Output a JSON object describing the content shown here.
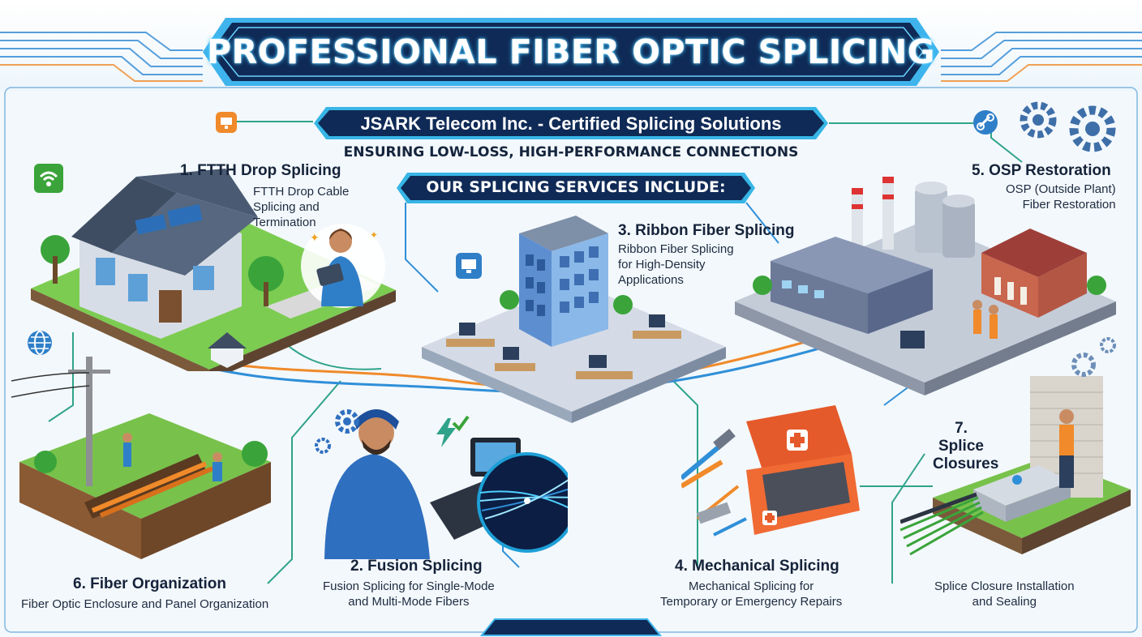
{
  "header": {
    "title": "PROFESSIONAL FIBER OPTIC SPLICING",
    "company": "JSARK Telecom Inc. - Certified Splicing Solutions",
    "tagline": "ENSURING LOW-LOSS, HIGH-PERFORMANCE CONNECTIONS",
    "services_heading": "OUR SPLICING SERVICES INCLUDE:"
  },
  "services": [
    {
      "title": "1. FTTH Drop Splicing",
      "desc": [
        "FTTH Drop Cable",
        "Splicing and",
        "Termination"
      ]
    },
    {
      "title": "2. Fusion Splicing",
      "desc": [
        "Fusion Splicing for Single-Mode",
        "and Multi-Mode Fibers"
      ]
    },
    {
      "title": "3. Ribbon Fiber Splicing",
      "desc": [
        "Ribbon Fiber Splicing",
        "for High-Density",
        "Applications"
      ]
    },
    {
      "title": "4. Mechanical Splicing",
      "desc": [
        "Mechanical Splicing for",
        "Temporary or Emergency Repairs"
      ]
    },
    {
      "title": "5. OSP Restoration",
      "desc": [
        "OSP (Outside Plant)",
        "Fiber Restoration"
      ]
    },
    {
      "title": "6. Fiber Organization",
      "desc": [
        "Fiber Optic Enclosure and Panel Organization"
      ]
    },
    {
      "title": "7. Splice Closures",
      "title_lines": [
        "7. Splice",
        "Closures"
      ],
      "desc": [
        "Splice Closure Installation",
        "and Sealing"
      ]
    }
  ],
  "icons": [
    "wifi-icon",
    "globe-icon",
    "link-icon",
    "gear-icon",
    "monitor-icon",
    "first-aid-icon",
    "lightning-icon",
    "checkmark-icon"
  ],
  "colors": {
    "title_plate": "#0f2a56",
    "accent_cyan": "#22b6e8",
    "grass": "#6cc04a",
    "fiber_orange": "#f08a2a",
    "fiber_blue": "#2f8fd8",
    "text_dark": "#15233a"
  }
}
